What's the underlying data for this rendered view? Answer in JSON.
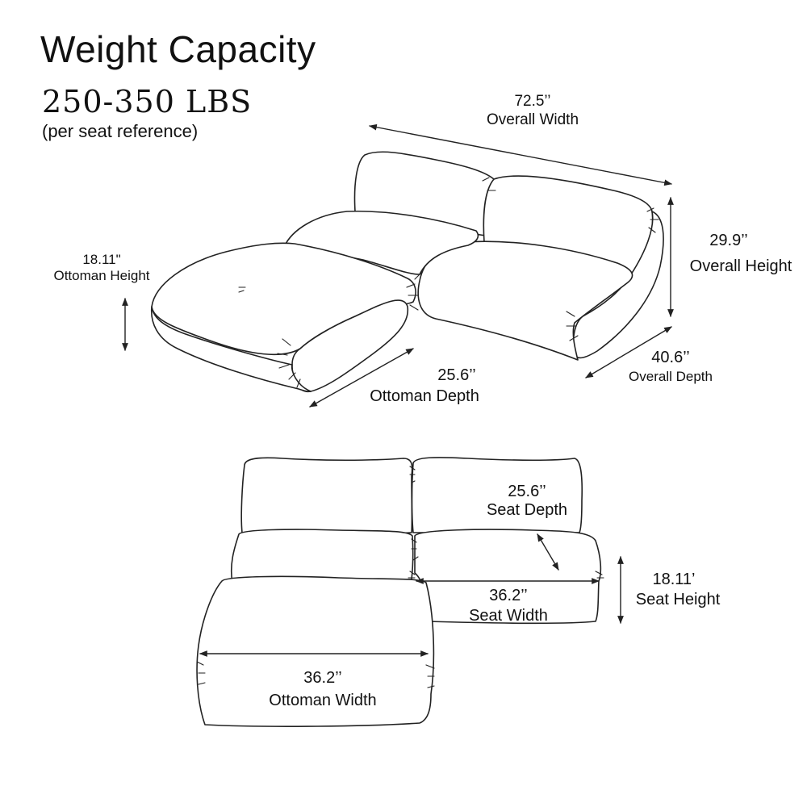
{
  "title": "Weight Capacity",
  "weight_range": "250-350 LBS",
  "weight_note": "(per seat reference)",
  "dimensions": {
    "overall_width": {
      "value": "72.5’’",
      "label": "Overall Width"
    },
    "overall_height": {
      "value": "29.9’’",
      "label": "Overall  Height"
    },
    "overall_depth": {
      "value": "40.6’’",
      "label": "Overall Depth"
    },
    "ottoman_height": {
      "value": "18.11\"",
      "label": "Ottoman Height"
    },
    "ottoman_depth": {
      "value": "25.6’’",
      "label": "Ottoman Depth"
    },
    "seat_depth": {
      "value": "25.6’’",
      "label": "Seat Depth"
    },
    "seat_height": {
      "value": "18.11’",
      "label": "Seat Height"
    },
    "seat_width": {
      "value": "36.2’’",
      "label": "Seat Width"
    },
    "ottoman_width": {
      "value": "36.2’’",
      "label": "Ottoman Width"
    }
  }
}
